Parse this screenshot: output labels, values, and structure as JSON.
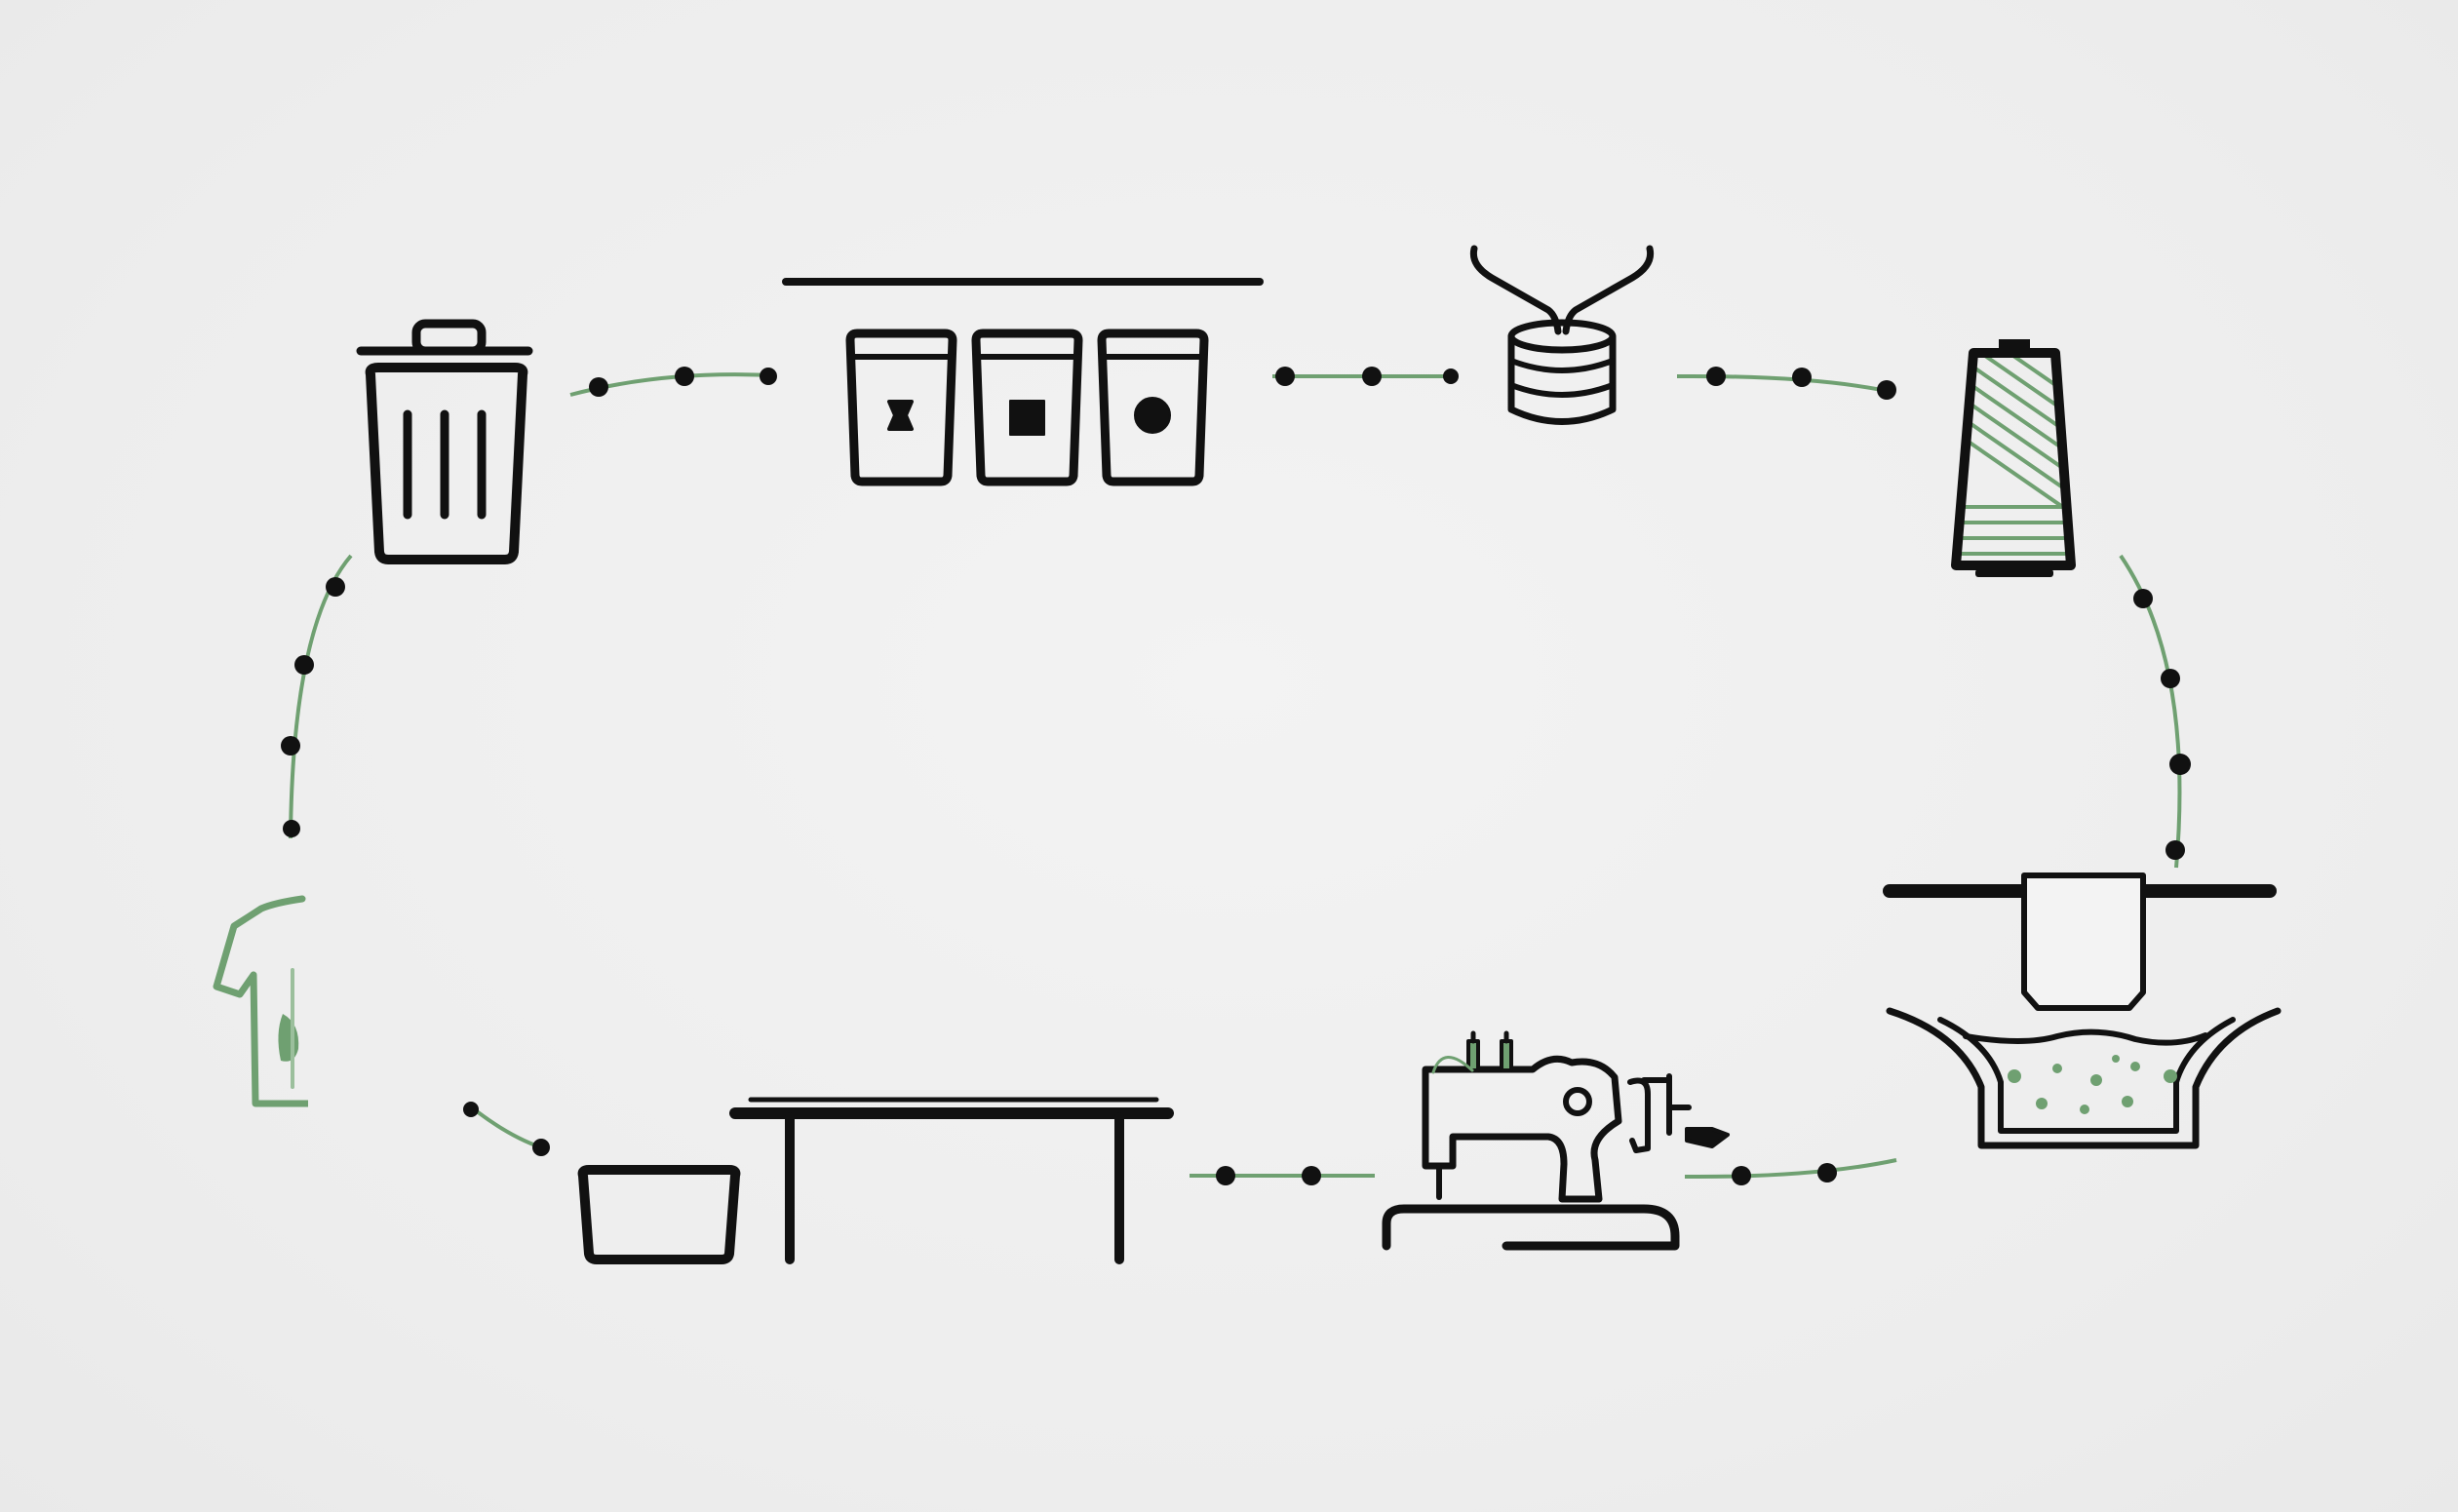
{
  "diagram": {
    "type": "circular-process",
    "colors": {
      "background": "#efefef",
      "ink": "#111111",
      "accent": "#6fa071"
    },
    "steps": [
      {
        "id": "discard",
        "icon": "trash-bin-icon"
      },
      {
        "id": "sort",
        "icon": "sorting-bins-icon"
      },
      {
        "id": "shred",
        "icon": "fiber-spool-icon"
      },
      {
        "id": "spin",
        "icon": "yarn-cone-icon"
      },
      {
        "id": "dye",
        "icon": "dye-vat-icon"
      },
      {
        "id": "sew",
        "icon": "sewing-machine-icon"
      },
      {
        "id": "cut",
        "icon": "cutting-table-icon"
      },
      {
        "id": "wear",
        "icon": "t-shirt-icon"
      }
    ]
  }
}
